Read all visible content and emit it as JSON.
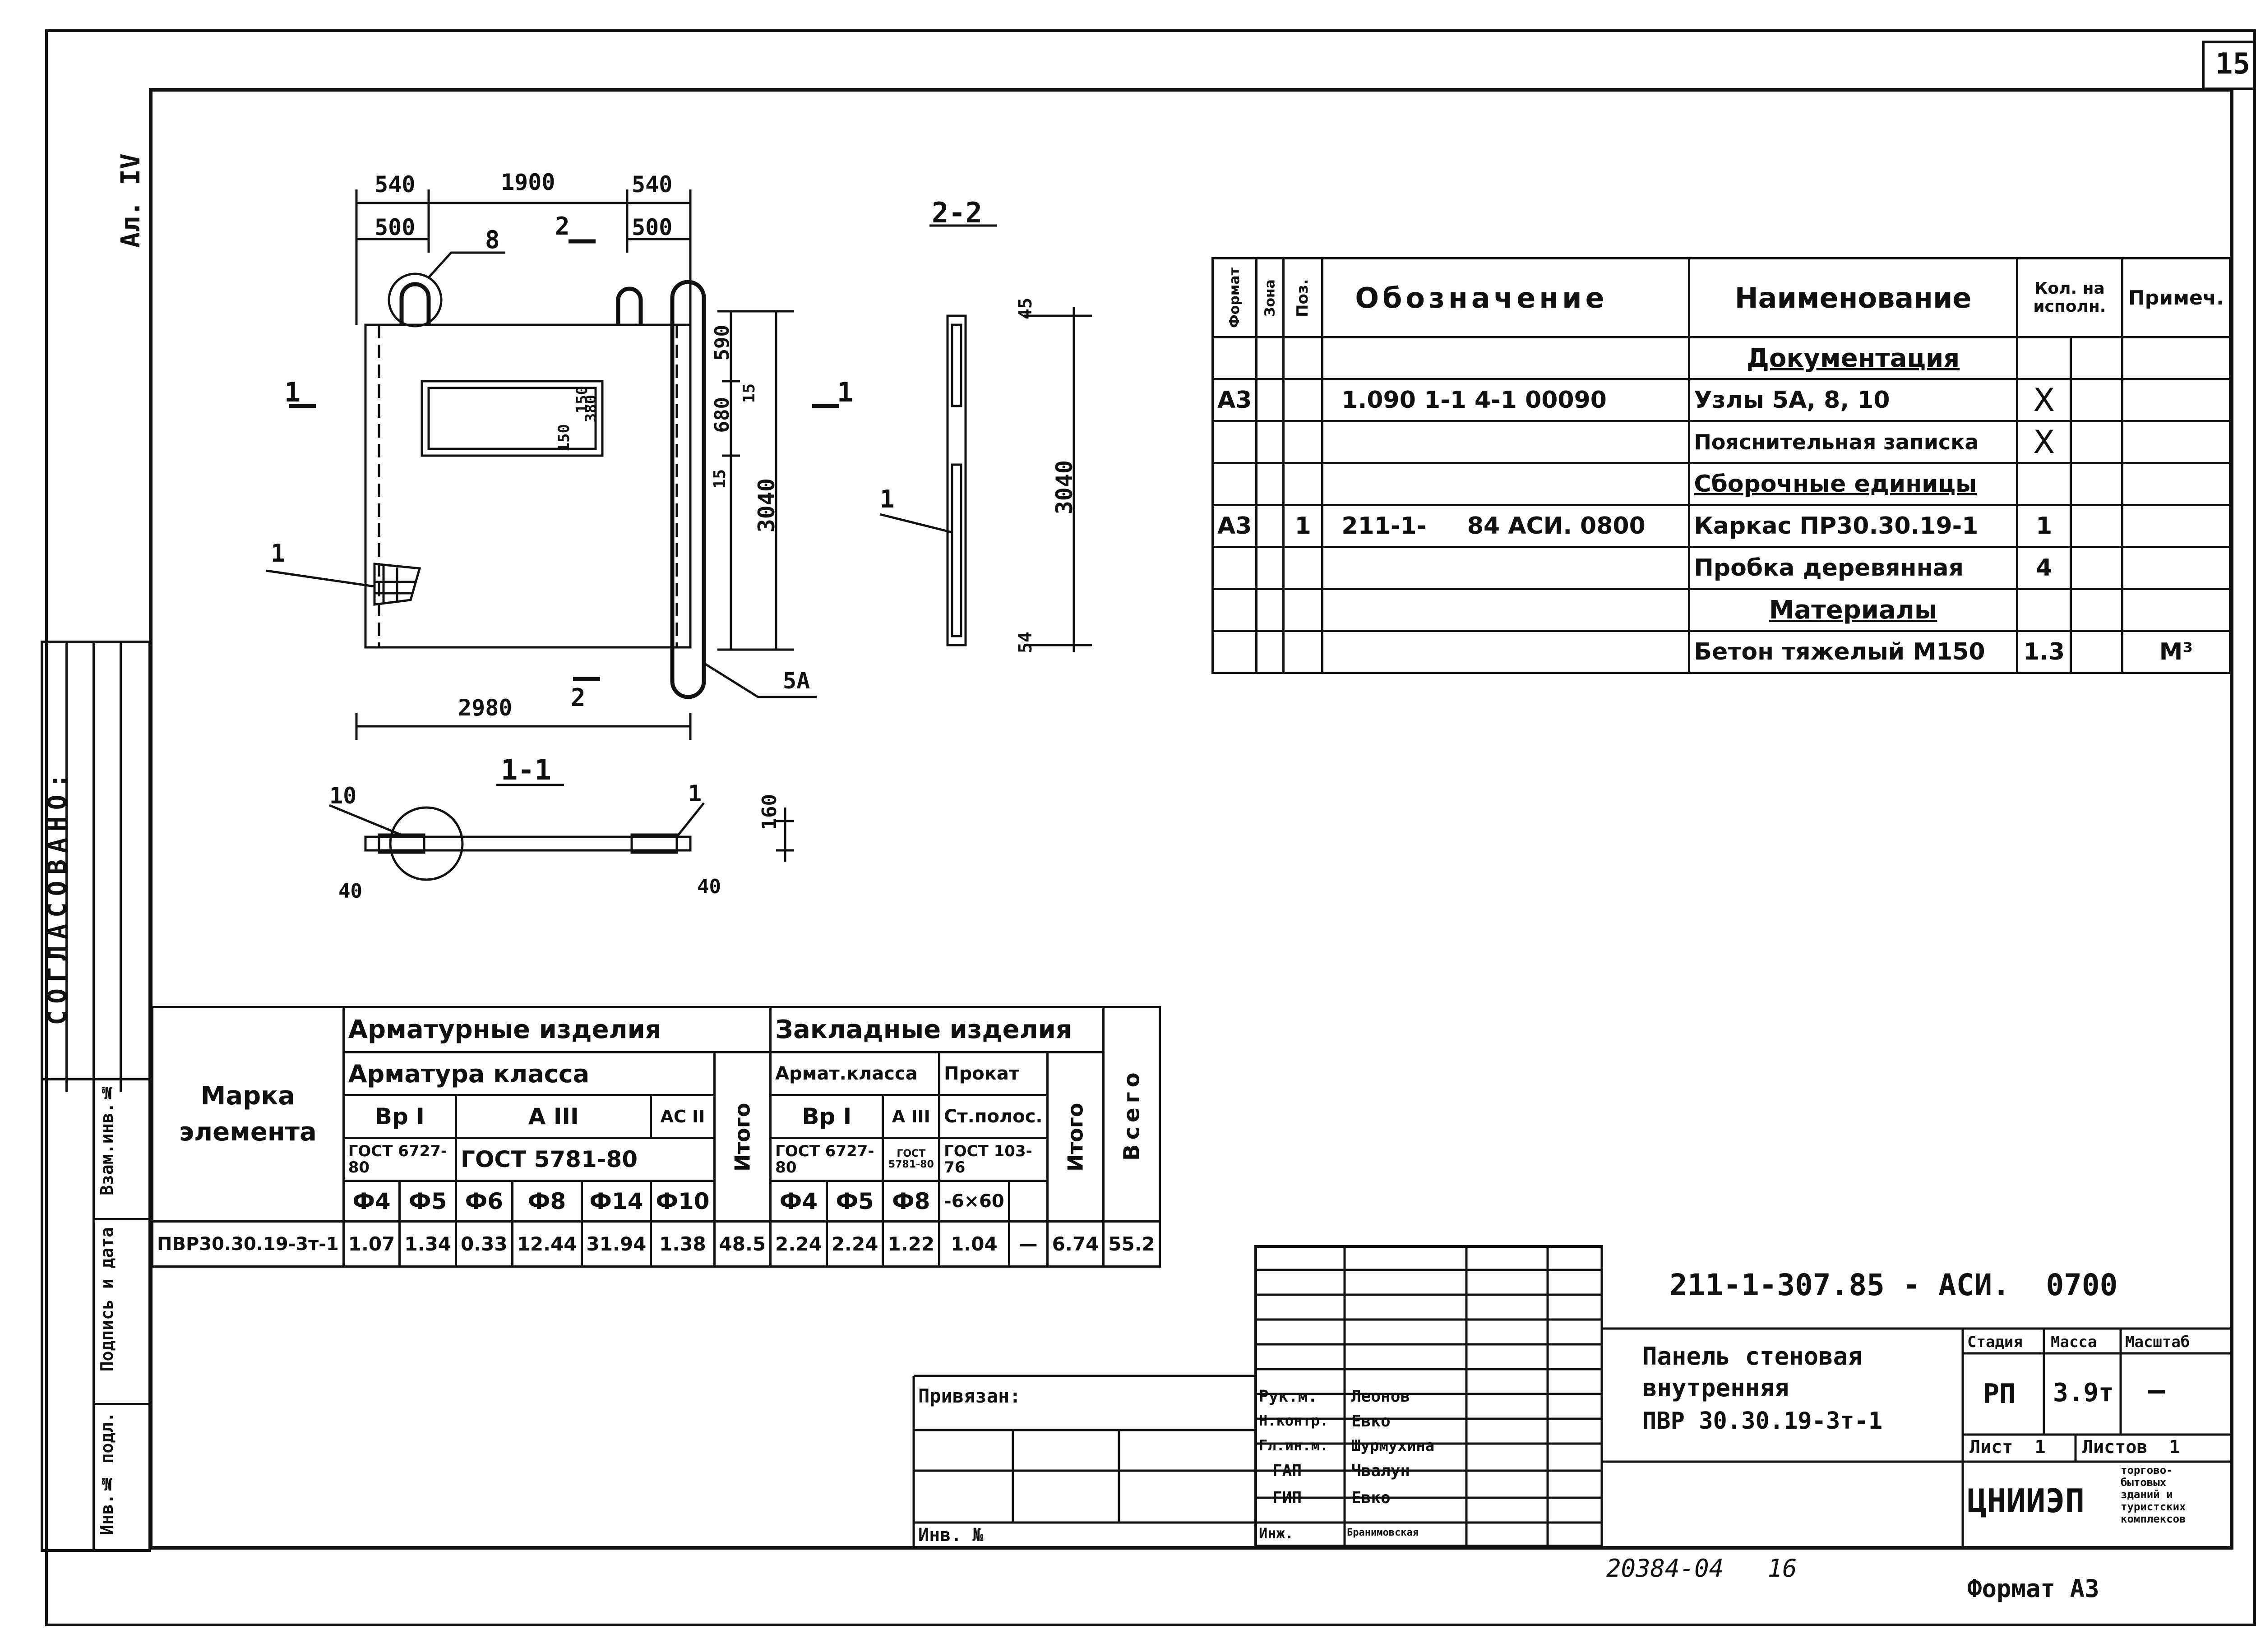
{
  "sheet_number": "15",
  "album_mark": "Ал. IV",
  "stamp_agreed": "СОГЛАСОВАНО:",
  "left_stamp_labels": [
    "Инв.№ подл.",
    "Подпись и дата",
    "Взам.инв.№"
  ],
  "drawing": {
    "dims_top": [
      "540",
      "1900",
      "540",
      "500",
      "500"
    ],
    "dims_right": [
      "590",
      "680",
      "15",
      "15",
      "150",
      "150",
      "380",
      "3040"
    ],
    "dim_bottom": "2980",
    "section_2_2": {
      "title": "2-2",
      "dim": "3040",
      "top": "45",
      "bottom": "54"
    },
    "section_1_1": {
      "title": "1-1",
      "dim_h": "160",
      "left": "40",
      "right": "40"
    },
    "callouts": [
      "8",
      "1",
      "5А",
      "10",
      "1",
      "1"
    ],
    "cut_marks": [
      "1",
      "1",
      "2",
      "2"
    ]
  },
  "spec": {
    "headers": {
      "format": "Формат",
      "zone": "Зона",
      "pos": "Поз.",
      "designation": "Обозначение",
      "name": "Наименование",
      "qty": "Кол. на исполн.",
      "note": "Примеч."
    },
    "rows": [
      {
        "format": "",
        "pos": "",
        "designation": "",
        "name": "Документация",
        "qty": "",
        "note": "",
        "section": true
      },
      {
        "format": "А3",
        "pos": "",
        "designation": "1.090 1-1 4-1 00090",
        "name": "Узлы 5А, 8, 10",
        "qty": "X",
        "note": ""
      },
      {
        "format": "",
        "pos": "",
        "designation": "",
        "name": "Пояснительная записка",
        "qty": "X",
        "note": ""
      },
      {
        "format": "",
        "pos": "",
        "designation": "",
        "name": "Сборочные единицы",
        "qty": "",
        "note": "",
        "section": true
      },
      {
        "format": "А3",
        "pos": "1",
        "designation": "211-1-     84 АСИ. 0800",
        "name": "Каркас ПР30.30.19-1",
        "qty": "1",
        "note": ""
      },
      {
        "format": "",
        "pos": "",
        "designation": "",
        "name": "Пробка деревянная",
        "qty": "4",
        "note": ""
      },
      {
        "format": "",
        "pos": "",
        "designation": "",
        "name": "Материалы",
        "qty": "",
        "note": "",
        "section": true
      },
      {
        "format": "",
        "pos": "",
        "designation": "",
        "name": "Бетон тяжелый М150",
        "qty": "1.3",
        "note": "М³"
      }
    ]
  },
  "bill": {
    "mark_label": "Марка элемента",
    "group1": "Арматурные изделия",
    "group1_sub": "Арматура класса",
    "group2": "Закладные изделия",
    "group2_sub_a": "Армат.класса",
    "group2_sub_b": "Прокат",
    "classes": {
      "vr1": "Вр I",
      "a3": "А III",
      "ac2": "АС II",
      "vr1b": "Вр I",
      "a3b": "А III",
      "st": "Ст.полос."
    },
    "gosts": {
      "g1": "ГОСТ 6727-80",
      "g2": "ГОСТ 5781-80",
      "g3": "ГОСТ 6727-80",
      "g4": "ГОСТ 5781-80",
      "g5": "ГОСТ 103-76"
    },
    "diams": [
      "Ф4",
      "Ф5",
      "Ф6",
      "Ф8",
      "Ф14",
      "Ф10",
      "Ф4",
      "Ф5",
      "Ф8",
      "-6×60"
    ],
    "itogo": "Итого",
    "itogo2": "Итого",
    "vsego": "Всего",
    "row": {
      "mark": "ПВР30.30.19-3т-1",
      "values": [
        "1.07",
        "1.34",
        "0.33",
        "12.44",
        "31.94",
        "1.38",
        "48.5",
        "2.24",
        "2.24",
        "1.22",
        "1.04",
        "—",
        "6.74",
        "55.2"
      ]
    }
  },
  "title_block": {
    "code": "211-1-307.85 - АСИ.  0700",
    "name_lines": [
      "Панель стеновая",
      "внутренняя",
      "ПВР 30.30.19-3т-1"
    ],
    "stage_h": "Стадия",
    "mass_h": "Масса",
    "scale_h": "Масштаб",
    "stage": "РП",
    "mass": "3.9т",
    "scale": "—",
    "sheet": "Лист  1",
    "sheets": "Листов  1",
    "org": "ЦНИИЭП",
    "org_sub": [
      "торгово-",
      "бытовых",
      "зданий и",
      "туристских",
      "комплексов"
    ],
    "tied": "Привязан:",
    "inv": "Инв. №",
    "roles": [
      {
        "role": "Рук.м.",
        "name": "Леонов"
      },
      {
        "role": "Н.контр.",
        "name": "Евко"
      },
      {
        "role": "Гл.ин.м.",
        "name": "Шурмухина"
      },
      {
        "role": "ГАП",
        "name": "Чвалун"
      },
      {
        "role": "ГИП",
        "name": "Евко"
      },
      {
        "role": "Инж.",
        "name": "Бранимовская"
      }
    ]
  },
  "footer_number": "20384-04   16",
  "format_label": "Формат А3"
}
